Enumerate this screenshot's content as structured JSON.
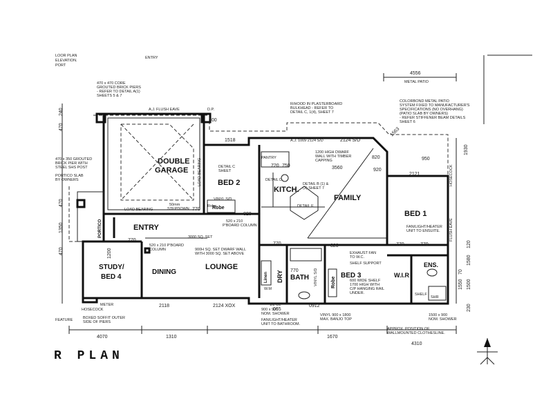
{
  "title": "R PLAN",
  "rooms": [
    {
      "id": "double-garage-1",
      "text": "DOUBLE"
    },
    {
      "id": "double-garage-2",
      "text": "GARAGE"
    },
    {
      "id": "bed2",
      "text": "BED 2"
    },
    {
      "id": "kitch",
      "text": "KITCH."
    },
    {
      "id": "family",
      "text": "FAMILY"
    },
    {
      "id": "bed1",
      "text": "BED 1"
    },
    {
      "id": "entry",
      "text": "ENTRY"
    },
    {
      "id": "study",
      "text": "STUDY/"
    },
    {
      "id": "bed4",
      "text": "BED 4"
    },
    {
      "id": "dining",
      "text": "DINING"
    },
    {
      "id": "lounge",
      "text": "LOUNGE"
    },
    {
      "id": "dry",
      "text": "DRY"
    },
    {
      "id": "bath",
      "text": "BATH"
    },
    {
      "id": "bed3",
      "text": "BED 3"
    },
    {
      "id": "wir",
      "text": "W.I.R"
    },
    {
      "id": "ens",
      "text": "ENS."
    },
    {
      "id": "robe1",
      "text": "Robe"
    },
    {
      "id": "robe2",
      "text": "Robe"
    },
    {
      "id": "portico",
      "text": "PORTICO"
    },
    {
      "id": "linen",
      "text": "Linen"
    }
  ],
  "notes": [
    {
      "id": "n-entry-top",
      "text": "ENTRY"
    },
    {
      "id": "n-floor",
      "text": "LOOR PLAN"
    },
    {
      "id": "n-elev",
      "text": "ELEVATION."
    },
    {
      "id": "n-port",
      "text": "PORT"
    },
    {
      "id": "n-piers1",
      "text": "470 x 470 CORE"
    },
    {
      "id": "n-piers2",
      "text": "GROUTED BRICK PIERS"
    },
    {
      "id": "n-piers3",
      "text": "- REFER TO DETAIL A(1)"
    },
    {
      "id": "n-piers4",
      "text": "SHEETS 5 & 7"
    },
    {
      "id": "n-aj",
      "text": "A.J.   FLUSH EAVE"
    },
    {
      "id": "n-dp",
      "text": "D.P."
    },
    {
      "id": "n-hood1",
      "text": "R/HOOD IN PLASTERBOARD"
    },
    {
      "id": "n-hood2",
      "text": "BULKHEAD  - REFER TO"
    },
    {
      "id": "n-hood3",
      "text": "DETAIL C, 1(4), SHEET 7"
    },
    {
      "id": "n-metal",
      "text": "METAL PATIO"
    },
    {
      "id": "n-colour1",
      "text": "COLORBOND METAL PATIO"
    },
    {
      "id": "n-colour2",
      "text": "SYSTEM FIXED TO MANUFACTURER'S"
    },
    {
      "id": "n-colour3",
      "text": "SPECIFICATIONS (NO OVERHANG)"
    },
    {
      "id": "n-colour4",
      "text": "(PATIO SLAB BY OWNERS)"
    },
    {
      "id": "n-colour5",
      "text": "- REFER STIFFENER BEAM DETAILS"
    },
    {
      "id": "n-colour6",
      "text": "SHEET 6"
    },
    {
      "id": "n-aj2",
      "text": "A.J.  1009    2124 S/D"
    },
    {
      "id": "n-dwarf1",
      "text": "1200 HIGH DWARF"
    },
    {
      "id": "n-dwarf2",
      "text": "WALL WITH TIMBER"
    },
    {
      "id": "n-dwarf3",
      "text": "CAPPING"
    },
    {
      "id": "n-pantry",
      "text": "PANTRY"
    },
    {
      "id": "n-detail-c",
      "text": "DETAIL C"
    },
    {
      "id": "n-sheet",
      "text": "SHEET"
    },
    {
      "id": "n-vinyl",
      "text": "VINYL S/D"
    },
    {
      "id": "n-detail-b",
      "text": "DETAIL B (1) &"
    },
    {
      "id": "n-sheet7",
      "text": "(2) SHEET 7"
    },
    {
      "id": "n-detail-e",
      "text": "DETAIL E"
    },
    {
      "id": "n-load",
      "text": "LOAD BEARING"
    },
    {
      "id": "n-load2",
      "text": "LOAD BEARING"
    },
    {
      "id": "n-50mm",
      "text": "50mm"
    },
    {
      "id": "n-stepdown",
      "text": "STEPDOWN"
    },
    {
      "id": "n-pboard1",
      "text": "520 x 210"
    },
    {
      "id": "n-pboard2",
      "text": "P'BOARD COLUMN"
    },
    {
      "id": "n-3000a",
      "text": "3000 SQ. SET"
    },
    {
      "id": "n-col1",
      "text": "520 x 210 P'BOARD"
    },
    {
      "id": "n-col2",
      "text": "COLUMN"
    },
    {
      "id": "n-900h1",
      "text": "900H SQ. SET DWARF WALL"
    },
    {
      "id": "n-900h2",
      "text": "WITH 3000 SQ. SET ABOVE"
    },
    {
      "id": "n-exhaust1",
      "text": "EXHAUST FAN"
    },
    {
      "id": "n-exhaust2",
      "text": "TO W.C."
    },
    {
      "id": "n-shelf1",
      "text": "SHELF SUPPORT"
    },
    {
      "id": "n-shelf2",
      "text": "600 WIDE SHELF"
    },
    {
      "id": "n-shelf3",
      "text": "1700 HIGH WITH"
    },
    {
      "id": "n-shelf4",
      "text": "C/P HANGING RAIL"
    },
    {
      "id": "n-shelf5",
      "text": "UNDER."
    },
    {
      "id": "n-fan1",
      "text": "FAN/LIGHT/HEATER"
    },
    {
      "id": "n-fan2",
      "text": "UNIT TO ENSUITE."
    },
    {
      "id": "n-hosecock",
      "text": "HOSECOCK"
    },
    {
      "id": "n-flush",
      "text": "FLUSH EAVE"
    },
    {
      "id": "n-shelf",
      "text": "SHELF"
    },
    {
      "id": "n-shr",
      "text": "SHR"
    },
    {
      "id": "n-wm",
      "text": "W.M"
    },
    {
      "id": "n-bathfan1",
      "text": "FAN/LIGHT/HEATER"
    },
    {
      "id": "n-bathfan2",
      "text": "UNIT TO BATHROOM."
    },
    {
      "id": "n-shower1",
      "text": "900 x 900"
    },
    {
      "id": "n-shower2",
      "text": "NOM. SHOWER"
    },
    {
      "id": "n-vanity1",
      "text": "VINYL 900 x 1800"
    },
    {
      "id": "n-vanity2",
      "text": "MAX. BANJO TOP"
    },
    {
      "id": "n-gl",
      "text": "1/2 GL"
    },
    {
      "id": "n-clothes1",
      "text": "APPROX. POSITION OF"
    },
    {
      "id": "n-clothes2",
      "text": "WALLMOUNTED CLOTHESLINE."
    },
    {
      "id": "n-shower3",
      "text": "1500 x 900"
    },
    {
      "id": "n-shower4",
      "text": "NOM. SHOWER"
    },
    {
      "id": "n-meter",
      "text": "METER"
    },
    {
      "id": "n-hosecock2",
      "text": "HOSECOCK"
    },
    {
      "id": "n-soffit1",
      "text": "BOXED SOFFIT OUTER"
    },
    {
      "id": "n-soffit2",
      "text": "SIDE OF PIERS"
    },
    {
      "id": "n-feature",
      "text": "FEATURE"
    },
    {
      "id": "n-pier1",
      "text": "470 x 350 GROUTED"
    },
    {
      "id": "n-pier2",
      "text": "BRICK PIER WITH"
    },
    {
      "id": "n-pier3",
      "text": "STEEL SHS POST"
    },
    {
      "id": "n-slab1",
      "text": "PORTICO SLAB"
    },
    {
      "id": "n-slab2",
      "text": "BY OWNERS"
    },
    {
      "id": "n-robe",
      "text": "Robe"
    },
    {
      "id": "n-vinyl2",
      "text": "VINYL S/D"
    },
    {
      "id": "n-detail-d",
      "text": "DETAIL D"
    }
  ],
  "dims": [
    {
      "id": "d-4556",
      "text": "4556"
    },
    {
      "id": "d-1518",
      "text": "1518"
    },
    {
      "id": "d-2124",
      "text": "2124 S/D"
    },
    {
      "id": "d-1563",
      "text": "1563"
    },
    {
      "id": "d-3560",
      "text": "3560"
    },
    {
      "id": "d-950",
      "text": "950"
    },
    {
      "id": "d-2121",
      "text": "2121"
    },
    {
      "id": "d-1930",
      "text": "1930"
    },
    {
      "id": "d-720",
      "text": "720"
    },
    {
      "id": "d-750",
      "text": "750"
    },
    {
      "id": "d-820a",
      "text": "820"
    },
    {
      "id": "d-820b",
      "text": "820"
    },
    {
      "id": "d-820c",
      "text": "820"
    },
    {
      "id": "d-770a",
      "text": "770"
    },
    {
      "id": "d-770b",
      "text": "770"
    },
    {
      "id": "d-770c",
      "text": "770"
    },
    {
      "id": "d-770d",
      "text": "770"
    },
    {
      "id": "d-770e",
      "text": "770"
    },
    {
      "id": "d-770f",
      "text": "770"
    },
    {
      "id": "d-600",
      "text": "600"
    },
    {
      "id": "d-240",
      "text": "240"
    },
    {
      "id": "d-470a",
      "text": "470"
    },
    {
      "id": "d-470b",
      "text": "470"
    },
    {
      "id": "d-1350",
      "text": "1350"
    },
    {
      "id": "d-470c",
      "text": "470"
    },
    {
      "id": "d-230",
      "text": "230"
    },
    {
      "id": "d-1580",
      "text": "1580"
    },
    {
      "id": "d-1500",
      "text": "1500"
    },
    {
      "id": "d-1550",
      "text": "1550"
    },
    {
      "id": "d-70",
      "text": "70"
    },
    {
      "id": "d-120",
      "text": "120"
    },
    {
      "id": "d-2118",
      "text": "2118"
    },
    {
      "id": "d-2124b",
      "text": "2124 XOX"
    },
    {
      "id": "d-0912",
      "text": "0912"
    },
    {
      "id": "d-065",
      "text": "065"
    },
    {
      "id": "d-4070",
      "text": "4070"
    },
    {
      "id": "d-1310",
      "text": "1310"
    },
    {
      "id": "d-1670",
      "text": "1670"
    },
    {
      "id": "d-4310",
      "text": "4310"
    },
    {
      "id": "d-920",
      "text": "920"
    },
    {
      "id": "d-1200",
      "text": "1200"
    }
  ],
  "north": {
    "label": "N"
  }
}
